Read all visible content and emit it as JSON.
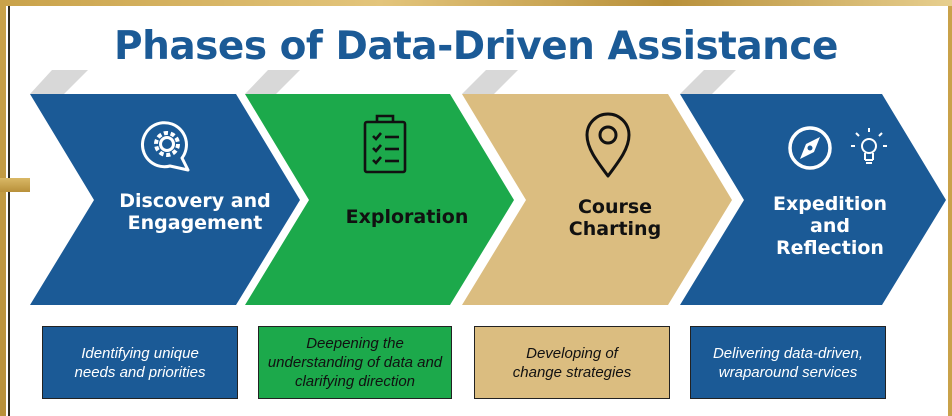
{
  "title": "Phases of Data-Driven Assistance",
  "colors": {
    "blue": "#1b5a96",
    "green": "#1ca94b",
    "tan": "#dbbd80",
    "gold_frame": "#c9a24a"
  },
  "phases": [
    {
      "label_lines": [
        "Discovery and",
        "Engagement"
      ],
      "icon": "gear-in-speech-bubble-icon",
      "color": "#1b5a96",
      "description": "Identifying unique needs and priorities"
    },
    {
      "label_lines": [
        "Exploration"
      ],
      "icon": "clipboard-checklist-icon",
      "color": "#1ca94b",
      "description": "Deepening the understanding of data and clarifying direction"
    },
    {
      "label_lines": [
        "Course",
        "Charting"
      ],
      "icon": "map-pin-icon",
      "color": "#dbbd80",
      "description": "Developing of change strategies"
    },
    {
      "label_lines": [
        "Expedition",
        "and",
        "Reflection"
      ],
      "icon": "compass-and-lightbulb-icon",
      "color": "#1b5a96",
      "description": "Delivering data-driven, wraparound services"
    }
  ]
}
